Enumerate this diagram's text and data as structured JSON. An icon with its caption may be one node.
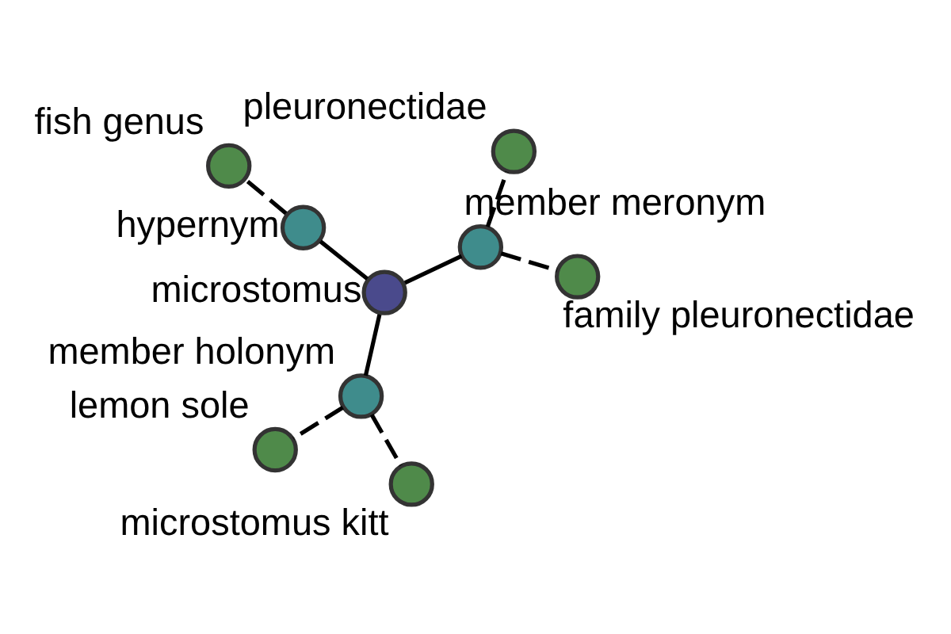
{
  "diagram": {
    "nodes": [
      {
        "text": [],
        "shape": "circle",
        "beside": [
          "microstomus"
        ]
      },
      {
        "text": [],
        "shape": "circle",
        "beside": [
          "member meronym"
        ]
      },
      {
        "text": [],
        "shape": "circle",
        "beside": [
          "family pleuronectidae"
        ]
      },
      {
        "text": [],
        "shape": "circle",
        "beside": [
          "pleuronectidae"
        ]
      },
      {
        "text": [],
        "shape": "circle",
        "beside": [
          "hypernym"
        ]
      },
      {
        "text": [],
        "shape": "circle",
        "beside": [
          "fish genus"
        ]
      },
      {
        "text": [],
        "shape": "circle",
        "beside": [
          "member holonym"
        ]
      },
      {
        "text": [],
        "shape": "circle",
        "beside": [
          "microstomus kitt"
        ]
      },
      {
        "text": [],
        "shape": "circle",
        "beside": [
          "lemon sole"
        ]
      }
    ],
    "edges": [
      {
        "from": 0,
        "to": 1,
        "arrow": "none"
      },
      {
        "from": 1,
        "to": 2,
        "arrow": "none",
        "style": "dashed"
      },
      {
        "from": 1,
        "to": 3,
        "arrow": "none",
        "style": "dashed"
      },
      {
        "from": 0,
        "to": 4,
        "arrow": "none"
      },
      {
        "from": 4,
        "to": 5,
        "arrow": "none",
        "style": "dashed"
      },
      {
        "from": 0,
        "to": 6,
        "arrow": "none"
      },
      {
        "from": 6,
        "to": 7,
        "arrow": "none",
        "style": "dashed"
      },
      {
        "from": 6,
        "to": 8,
        "arrow": "none",
        "style": "dashed"
      }
    ]
  }
}
